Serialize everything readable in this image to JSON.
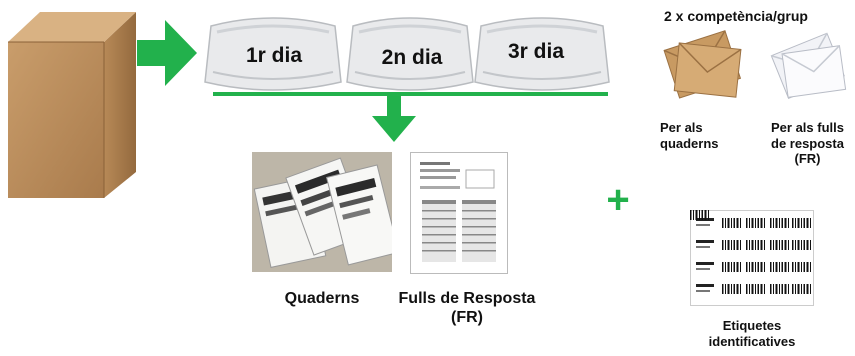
{
  "bags": [
    {
      "label": "1r dia"
    },
    {
      "label": "2n dia"
    },
    {
      "label": "3r dia"
    }
  ],
  "materials": {
    "quaderns": "Quaderns",
    "fulls_line1": "Fulls de Resposta",
    "fulls_line2": "(FR)"
  },
  "extras": {
    "header": "2 x competència/grup",
    "sobres_quaderns_line1": "Per als",
    "sobres_quaderns_line2": "quaderns",
    "sobres_fr_line1": "Per als fulls",
    "sobres_fr_line2": "de resposta",
    "sobres_fr_line3": "(FR)",
    "etiquetes_line1": "Etiquetes",
    "etiquetes_line2": "identificatives"
  },
  "plus_sign": "+",
  "colors": {
    "arrow": "#22b14c",
    "box": "#c49a6c",
    "envelope": "#d2a571",
    "plus": "#22b14c"
  },
  "icons": {
    "box": "cardboard-box-icon",
    "arrow": "green-arrow-icon",
    "bag": "plastic-bag-icon",
    "envelope": "envelope-icon",
    "labels": "barcode-labels-icon"
  }
}
